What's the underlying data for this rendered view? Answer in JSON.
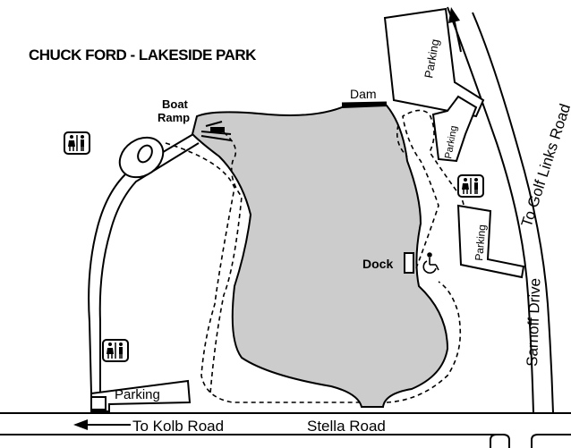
{
  "title": "CHUCK FORD - LAKESIDE PARK",
  "labels": {
    "boat_ramp_line1": "Boat",
    "boat_ramp_line2": "Ramp",
    "dam": "Dam",
    "dock": "Dock",
    "parking": "Parking",
    "to_golf_links_road": "To Golf Links Road",
    "samoff_drive": "Sarnoff Drive",
    "to_kolb_road": "To Kolb Road",
    "stella_road": "Stella Road"
  },
  "icons": {
    "restroom": "restroom-icon",
    "accessible": "wheelchair-accessible-icon",
    "boat_ramp": "boat-ramp-icon",
    "arrow_left": "arrow-left-icon",
    "arrow_up": "arrow-up-icon"
  },
  "colors": {
    "lake_fill": "#cccccc",
    "stroke": "#000000",
    "background": "#ffffff"
  }
}
